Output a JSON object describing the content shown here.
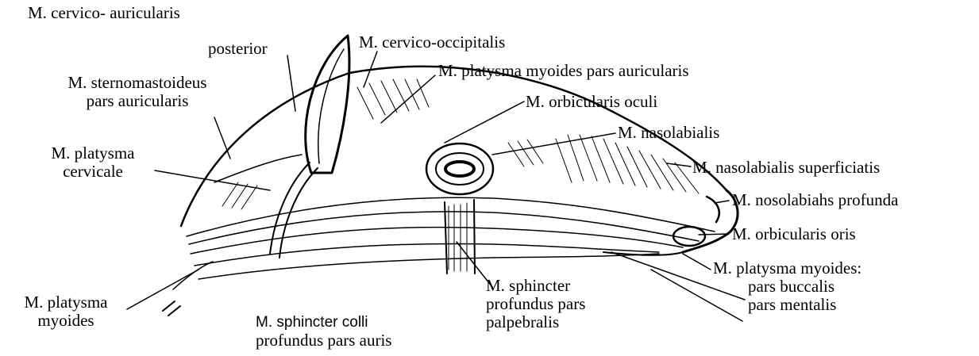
{
  "labels": {
    "cervico_auricularis": "M. cervico- auricularis",
    "posterior": "posterior",
    "sternomastoideus": [
      "M. sternomastoideus",
      "pars auricularis"
    ],
    "platysma_cervicale": [
      "M. platysma",
      "cervicale"
    ],
    "platysma_myoides_left": [
      "M. platysma",
      "myoides"
    ],
    "sphincter_colli": [
      "M. sphincter  colli",
      "profundus pars auris"
    ],
    "cervico_occipitalis": "M. cervico-occipitalis",
    "platysma_auricularis": "M. platysma myoides pars auricularis",
    "orbicularis_oculi": "M. orbicularis oculi",
    "nasolabialis": "M. nasolabialis",
    "nasolabialis_superficiatis": "M. nasolabialis superficiatis",
    "nosolabiahs_profunda": "M. nosolabiahs profunda",
    "orbicularis_oris": "M. orbicularis oris",
    "platysma_myoides_right": [
      "M. platysma myoides:",
      "pars buccalis",
      "pars mentalis"
    ],
    "sphincter_palpebralis": [
      "M. sphincter",
      "profundus pars",
      "palpebralis"
    ]
  },
  "colors": {
    "ink": "#000000",
    "background": "#ffffff"
  }
}
